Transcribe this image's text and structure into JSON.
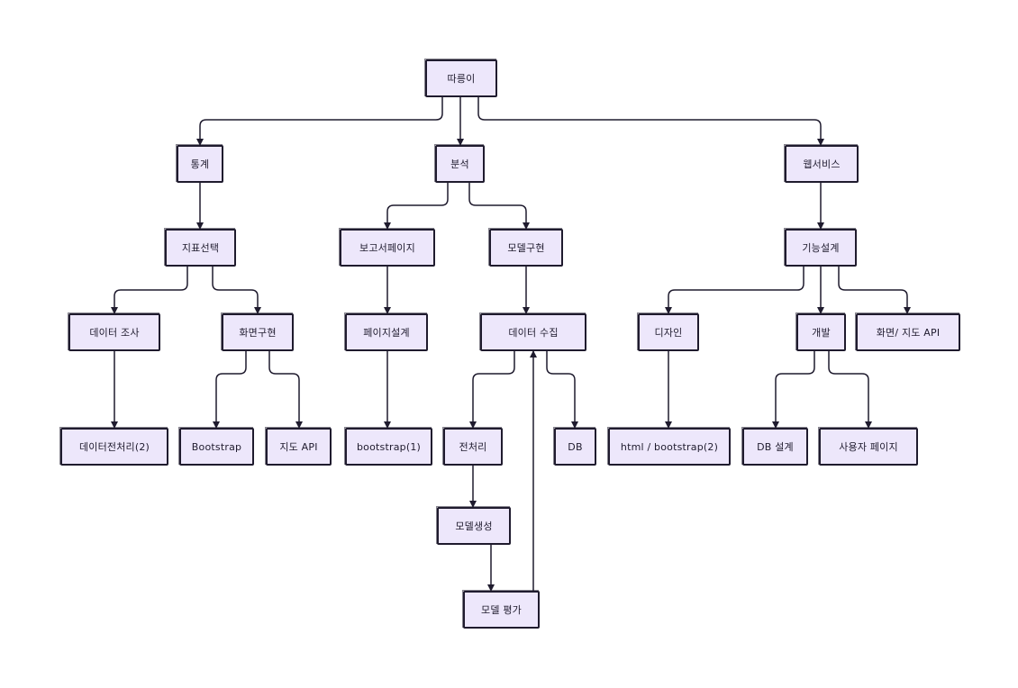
{
  "diagram": {
    "type": "tree",
    "colors": {
      "node_fill": "#ede7fb",
      "node_stroke": "#1f1b2e",
      "edge": "#1f1b2e",
      "background": "#ffffff"
    },
    "nodes": [
      {
        "id": "root",
        "label": "따릉이"
      },
      {
        "id": "stats",
        "label": "통계"
      },
      {
        "id": "analysis",
        "label": "분석"
      },
      {
        "id": "web",
        "label": "웹서비스"
      },
      {
        "id": "indicator",
        "label": "지표선택"
      },
      {
        "id": "report",
        "label": "보고서페이지"
      },
      {
        "id": "model",
        "label": "모델구현"
      },
      {
        "id": "func",
        "label": "기능설계"
      },
      {
        "id": "survey",
        "label": "데이터 조사"
      },
      {
        "id": "screen",
        "label": "화면구현"
      },
      {
        "id": "pagedesign",
        "label": "페이지설계"
      },
      {
        "id": "collect",
        "label": "데이터 수집"
      },
      {
        "id": "design",
        "label": "디자인"
      },
      {
        "id": "dev",
        "label": "개발"
      },
      {
        "id": "screenmap",
        "label": "화면/ 지도 API"
      },
      {
        "id": "preproc2",
        "label": "데이터전처리(2)"
      },
      {
        "id": "bootstrap",
        "label": "Bootstrap"
      },
      {
        "id": "mapapi",
        "label": "지도 API"
      },
      {
        "id": "bootstrap1",
        "label": "bootstrap(1)"
      },
      {
        "id": "preproc",
        "label": "전처리"
      },
      {
        "id": "db",
        "label": "DB"
      },
      {
        "id": "htmlbs",
        "label": "html / bootstrap(2)"
      },
      {
        "id": "dbdesign",
        "label": "DB 설계"
      },
      {
        "id": "userpage",
        "label": "사용자 페이지"
      },
      {
        "id": "modelgen",
        "label": "모델생성"
      },
      {
        "id": "modeleval",
        "label": "모델 평가"
      }
    ],
    "edges": [
      {
        "from": "root",
        "to": "stats"
      },
      {
        "from": "root",
        "to": "analysis"
      },
      {
        "from": "root",
        "to": "web"
      },
      {
        "from": "stats",
        "to": "indicator"
      },
      {
        "from": "indicator",
        "to": "survey"
      },
      {
        "from": "indicator",
        "to": "screen"
      },
      {
        "from": "survey",
        "to": "preproc2"
      },
      {
        "from": "screen",
        "to": "bootstrap"
      },
      {
        "from": "screen",
        "to": "mapapi"
      },
      {
        "from": "analysis",
        "to": "report"
      },
      {
        "from": "analysis",
        "to": "model"
      },
      {
        "from": "report",
        "to": "pagedesign"
      },
      {
        "from": "pagedesign",
        "to": "bootstrap1"
      },
      {
        "from": "model",
        "to": "collect"
      },
      {
        "from": "collect",
        "to": "preproc"
      },
      {
        "from": "collect",
        "to": "db"
      },
      {
        "from": "preproc",
        "to": "modelgen"
      },
      {
        "from": "modelgen",
        "to": "modeleval"
      },
      {
        "from": "modeleval",
        "to": "collect"
      },
      {
        "from": "web",
        "to": "func"
      },
      {
        "from": "func",
        "to": "design"
      },
      {
        "from": "func",
        "to": "dev"
      },
      {
        "from": "func",
        "to": "screenmap"
      },
      {
        "from": "design",
        "to": "htmlbs"
      },
      {
        "from": "dev",
        "to": "dbdesign"
      },
      {
        "from": "dev",
        "to": "userpage"
      }
    ]
  }
}
